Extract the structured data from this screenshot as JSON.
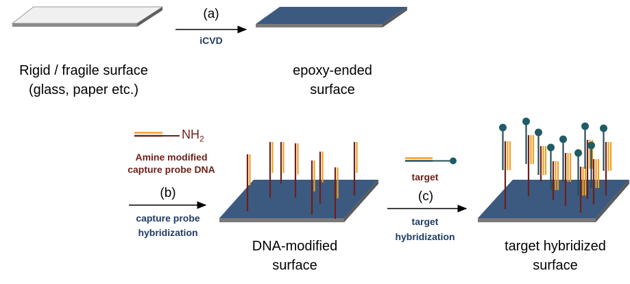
{
  "colors": {
    "surface_blue": "#3c5a80",
    "surface_edge": "#6f6f6f",
    "plain_surface": "#efefef",
    "probe_strand": "#6e1e18",
    "orange_strand": "#f0a020",
    "target_strand": "#264d5a",
    "target_bead": "#1f5c66",
    "step_text_navy": "#1f3b63",
    "step_text_maroon": "#6e1e18"
  },
  "top_row": {
    "step_a": {
      "label": "(a)",
      "method": "iCVD"
    },
    "left_caption": {
      "line1": "Rigid / fragile surface",
      "line2": "(glass, paper etc.)"
    },
    "right_caption": {
      "line1": "epoxy-ended",
      "line2": "surface"
    }
  },
  "bottom_row": {
    "amine_probe": {
      "nh": "NH",
      "sub": "2",
      "line1": "Amine modified",
      "line2": "capture probe DNA"
    },
    "step_b": {
      "label": "(b)",
      "line1": "capture probe",
      "line2": "hybridization"
    },
    "dna_caption": {
      "line1": "DNA-modified",
      "line2": "surface"
    },
    "target_legend": "target",
    "step_c": {
      "label": "(c)",
      "line1": "target",
      "line2": "hybridization"
    },
    "final_caption": {
      "line1": "target hybridized",
      "line2": "surface"
    }
  }
}
